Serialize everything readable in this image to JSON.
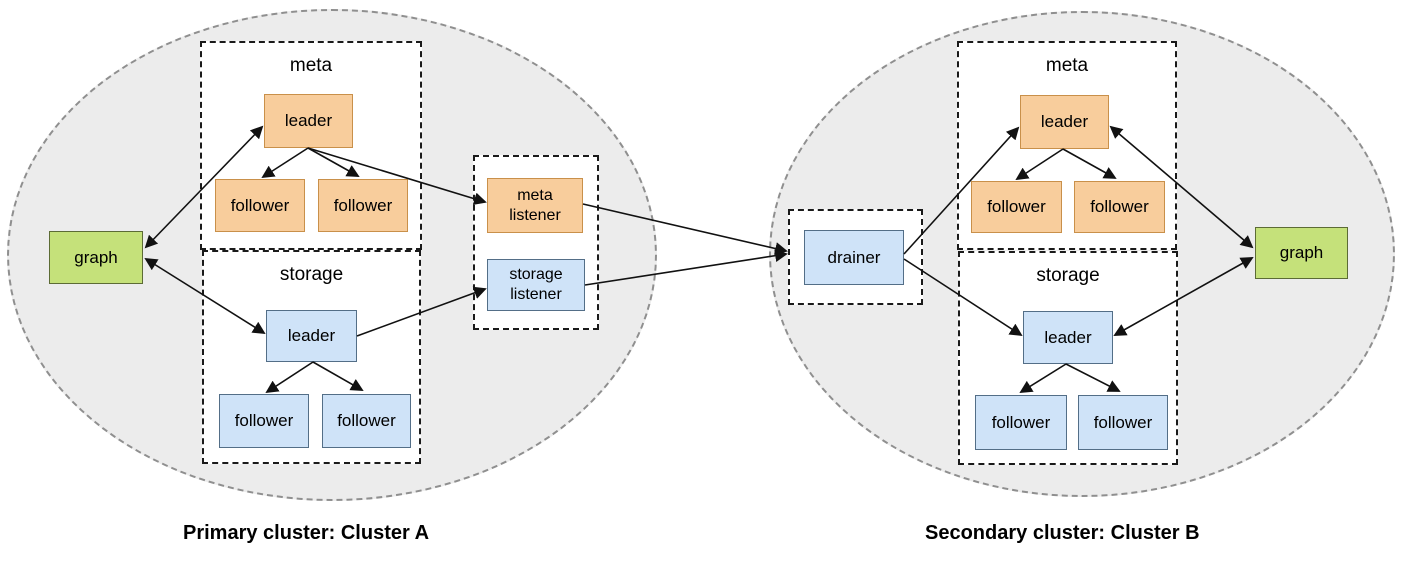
{
  "diagram": {
    "drainer_label": "drainer",
    "cluster_a": {
      "caption": "Primary cluster: Cluster A",
      "graph_label": "graph",
      "meta": {
        "group_label": "meta",
        "leader_label": "leader",
        "followers": [
          "follower",
          "follower"
        ]
      },
      "storage": {
        "group_label": "storage",
        "leader_label": "leader",
        "followers": [
          "follower",
          "follower"
        ]
      },
      "meta_listener_label": "meta\nlistener",
      "storage_listener_label": "storage\nlistener"
    },
    "cluster_b": {
      "caption": "Secondary cluster: Cluster B",
      "graph_label": "graph",
      "meta": {
        "group_label": "meta",
        "leader_label": "leader",
        "followers": [
          "follower",
          "follower"
        ]
      },
      "storage": {
        "group_label": "storage",
        "leader_label": "leader",
        "followers": [
          "follower",
          "follower"
        ]
      }
    },
    "colors": {
      "meta_node_fill": "#f8cd9c",
      "meta_node_stroke": "#c9904a",
      "storage_node_fill": "#cfe3f8",
      "storage_node_stroke": "#536e87",
      "graph_node_fill": "#c5e17a",
      "graph_node_stroke": "#5c6b35",
      "cluster_fill": "#ececec",
      "cluster_stroke": "#8f8f8f",
      "arrow_color": "#111111"
    },
    "edges": [
      {
        "from": "cluster_a.graph",
        "to": "cluster_a.meta.leader",
        "bidirectional": true
      },
      {
        "from": "cluster_a.graph",
        "to": "cluster_a.storage.leader",
        "bidirectional": true
      },
      {
        "from": "cluster_a.meta.leader",
        "to": "cluster_a.meta.follower_1",
        "bidirectional": false
      },
      {
        "from": "cluster_a.meta.leader",
        "to": "cluster_a.meta.follower_2",
        "bidirectional": false
      },
      {
        "from": "cluster_a.meta.leader",
        "to": "cluster_a.meta_listener",
        "bidirectional": false
      },
      {
        "from": "cluster_a.storage.leader",
        "to": "cluster_a.storage.follower_1",
        "bidirectional": false
      },
      {
        "from": "cluster_a.storage.leader",
        "to": "cluster_a.storage.follower_2",
        "bidirectional": false
      },
      {
        "from": "cluster_a.storage.leader",
        "to": "cluster_a.storage_listener",
        "bidirectional": false
      },
      {
        "from": "cluster_a.meta_listener",
        "to": "drainer",
        "bidirectional": false
      },
      {
        "from": "cluster_a.storage_listener",
        "to": "drainer",
        "bidirectional": false
      },
      {
        "from": "drainer",
        "to": "cluster_b.meta.leader",
        "bidirectional": false
      },
      {
        "from": "drainer",
        "to": "cluster_b.storage.leader",
        "bidirectional": false
      },
      {
        "from": "cluster_b.meta.leader",
        "to": "cluster_b.meta.follower_1",
        "bidirectional": false
      },
      {
        "from": "cluster_b.meta.leader",
        "to": "cluster_b.meta.follower_2",
        "bidirectional": false
      },
      {
        "from": "cluster_b.storage.leader",
        "to": "cluster_b.storage.follower_1",
        "bidirectional": false
      },
      {
        "from": "cluster_b.storage.leader",
        "to": "cluster_b.storage.follower_2",
        "bidirectional": false
      },
      {
        "from": "cluster_b.meta.leader",
        "to": "cluster_b.graph",
        "bidirectional": true
      },
      {
        "from": "cluster_b.storage.leader",
        "to": "cluster_b.graph",
        "bidirectional": true
      }
    ]
  }
}
